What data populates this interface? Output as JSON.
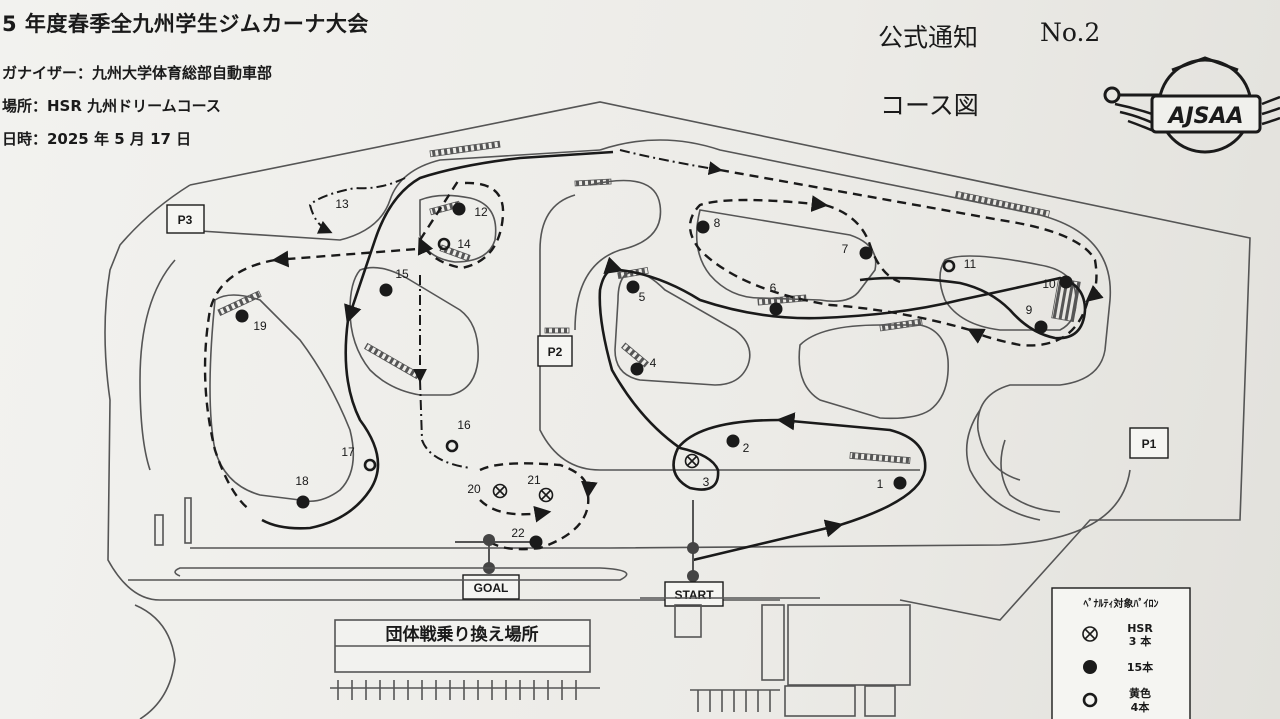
{
  "header": {
    "title": "5 年度春季全九州学生ジムカーナ大会",
    "organizer": "ガナイザー：九州大学体育総部自動車部",
    "venue": "場所：HSR 九州ドリームコース",
    "date": "日時：2025 年 5 月 17 日",
    "notice": "公式通知",
    "notice_no": "No.2",
    "course_label": "コース図"
  },
  "logo": {
    "text": "AJSAA"
  },
  "map": {
    "areas": {
      "p1": "P1",
      "p2": "P2",
      "p3": "P3"
    },
    "start": "START",
    "goal": "GOAL",
    "team_change": "団体戦乗り換え場所",
    "pylons": [
      {
        "id": "1",
        "label": "1",
        "kind": "black"
      },
      {
        "id": "2",
        "label": "2",
        "kind": "black"
      },
      {
        "id": "3",
        "label": "3",
        "kind": "hsr"
      },
      {
        "id": "4",
        "label": "4",
        "kind": "black"
      },
      {
        "id": "5",
        "label": "5",
        "kind": "black"
      },
      {
        "id": "6",
        "label": "6",
        "kind": "black"
      },
      {
        "id": "7",
        "label": "7",
        "kind": "black"
      },
      {
        "id": "8",
        "label": "8",
        "kind": "black"
      },
      {
        "id": "9",
        "label": "9",
        "kind": "black"
      },
      {
        "id": "10",
        "label": "10",
        "kind": "black"
      },
      {
        "id": "11",
        "label": "11",
        "kind": "yellow"
      },
      {
        "id": "12",
        "label": "12",
        "kind": "black"
      },
      {
        "id": "13",
        "label": "13",
        "kind": "none"
      },
      {
        "id": "14",
        "label": "14",
        "kind": "yellow"
      },
      {
        "id": "15",
        "label": "15",
        "kind": "black"
      },
      {
        "id": "16",
        "label": "16",
        "kind": "yellow"
      },
      {
        "id": "17",
        "label": "17",
        "kind": "yellow"
      },
      {
        "id": "18",
        "label": "18",
        "kind": "black"
      },
      {
        "id": "19",
        "label": "19",
        "kind": "black"
      },
      {
        "id": "20",
        "label": "20",
        "kind": "hsr"
      },
      {
        "id": "21",
        "label": "21",
        "kind": "hsr"
      },
      {
        "id": "22",
        "label": "22",
        "kind": "black"
      }
    ]
  },
  "legend": {
    "title": "ﾍﾟﾅﾙﾃｨ対象ﾊﾟｲﾛﾝ",
    "hsr_name": "HSR",
    "hsr_count": "3 本",
    "black_count": "15本",
    "yellow_name": "黄色",
    "yellow_count": "4本"
  },
  "colors": {
    "ink": "#1a1a1a",
    "paper": "#f0f0ec",
    "line": "#555555"
  }
}
